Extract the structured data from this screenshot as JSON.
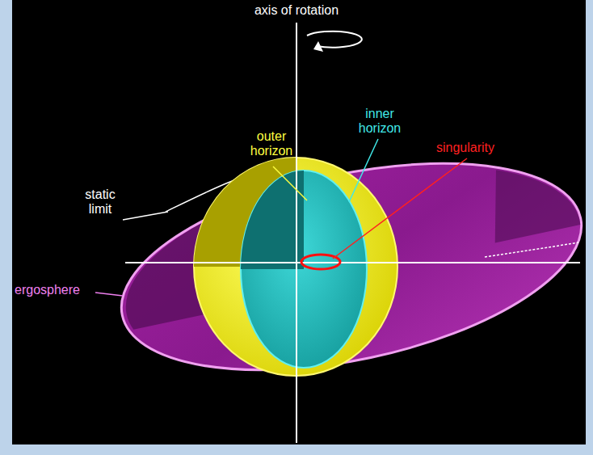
{
  "diagram": {
    "labels": [
      "axis of rotation",
      "outer horizon",
      "inner horizon",
      "singularity",
      "static limit",
      "ergosphere"
    ]
  }
}
